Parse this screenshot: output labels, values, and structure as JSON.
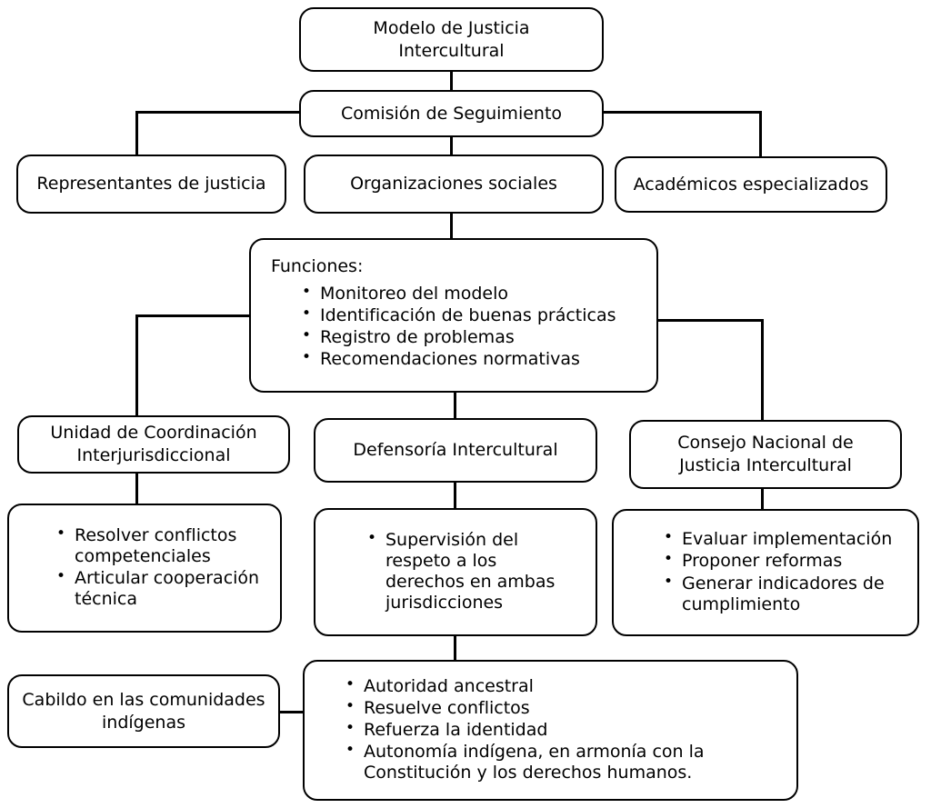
{
  "diagram": {
    "title": "Modelo de Justicia Intercultural",
    "type": "organizational-flowchart",
    "language": "es",
    "colors": {
      "background": "#ffffff",
      "border": "#000000",
      "text": "#000000",
      "connector": "#000000"
    },
    "nodes": {
      "root": {
        "label": "Modelo de Justicia\nIntercultural"
      },
      "comision": {
        "label": "Comisión de Seguimiento"
      },
      "representantes": {
        "label": "Representantes de justicia"
      },
      "organizaciones": {
        "label": "Organizaciones sociales"
      },
      "academicos": {
        "label": "Académicos especializados"
      },
      "funciones": {
        "heading": "Funciones:",
        "items": [
          "Monitoreo del modelo",
          "Identificación de buenas prácticas",
          "Registro de problemas",
          "Recomendaciones normativas"
        ]
      },
      "unidad": {
        "label": "Unidad de Coordinación\nInterjurisdiccional"
      },
      "defensoria": {
        "label": "Defensoría Intercultural"
      },
      "consejo": {
        "label": "Consejo Nacional de\nJusticia Intercultural"
      },
      "unidad_funciones": {
        "items": [
          "Resolver conflictos competenciales",
          "Articular cooperación técnica"
        ]
      },
      "defensoria_funciones": {
        "items": [
          "Supervisión del respeto a los derechos en ambas jurisdicciones"
        ]
      },
      "consejo_funciones": {
        "items": [
          "Evaluar implementación",
          "Proponer reformas",
          "Generar indicadores de cumplimiento"
        ]
      },
      "cabildo": {
        "label": "Cabildo en las comunidades\nindígenas"
      },
      "cabildo_funciones": {
        "items": [
          "Autoridad ancestral",
          "Resuelve conflictos",
          "Refuerza la identidad",
          "Autonomía indígena, en armonía con la Constitución y los derechos humanos."
        ]
      }
    }
  }
}
